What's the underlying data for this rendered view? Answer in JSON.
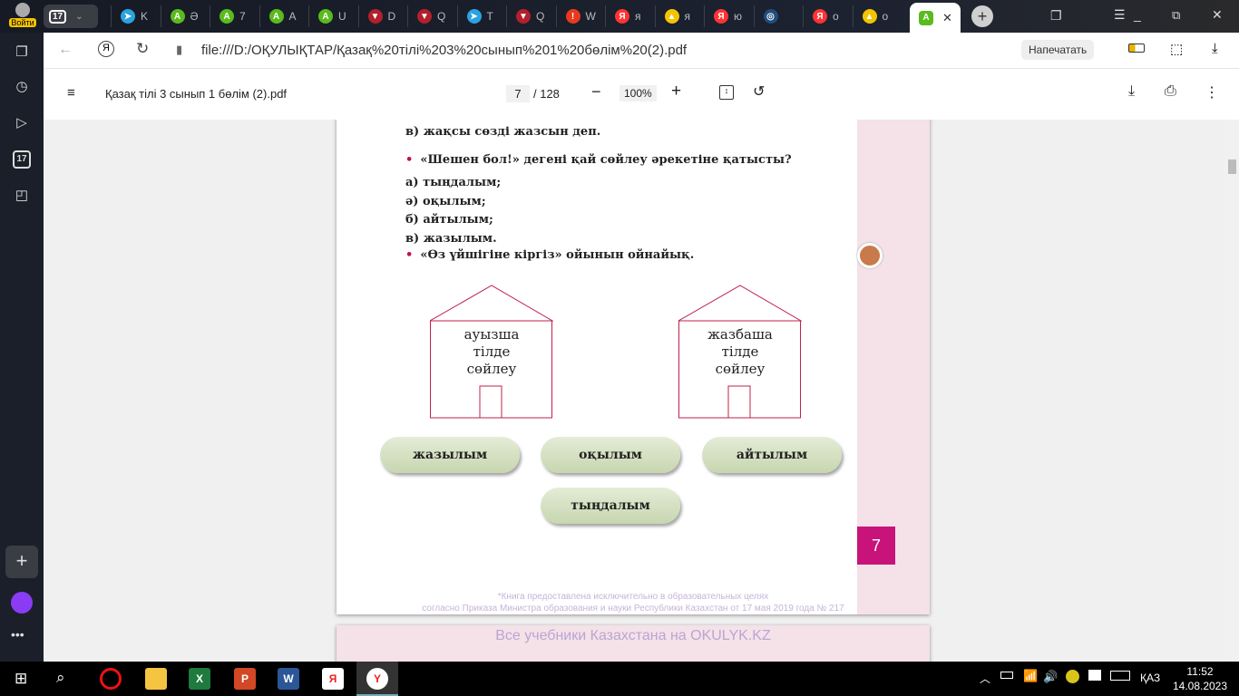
{
  "browser": {
    "login_label": "Войти",
    "tab_group_count": "17",
    "tabs": [
      {
        "title": "K",
        "icon": "telegram-icon"
      },
      {
        "title": "Ә",
        "icon": "a-green-icon"
      },
      {
        "title": "7",
        "icon": "a-green-icon"
      },
      {
        "title": "A",
        "icon": "a-green-icon"
      },
      {
        "title": "U",
        "icon": "a-green-icon"
      },
      {
        "title": "D",
        "icon": "shield-red-icon"
      },
      {
        "title": "Q",
        "icon": "shield-red-icon"
      },
      {
        "title": "T",
        "icon": "telegram-icon"
      },
      {
        "title": "Q",
        "icon": "shield-red-icon"
      },
      {
        "title": "W",
        "icon": "alert-icon"
      },
      {
        "title": "я",
        "icon": "yandex-icon"
      },
      {
        "title": "я",
        "icon": "image-icon"
      },
      {
        "title": "ю",
        "icon": "yandex-icon"
      },
      {
        "title": "",
        "icon": "edu-icon"
      },
      {
        "title": "о",
        "icon": "yandex-icon"
      },
      {
        "title": "о",
        "icon": "image-icon"
      }
    ],
    "url": "file:///D:/ОҚУЛЫҚТАР/Қазақ%20тілі%203%20сынып%201%20бөлім%20(2).pdf",
    "print_label": "Напечатать",
    "side_badge": "17"
  },
  "pdf": {
    "filename": "Қазақ тілі 3 сынып 1 бөлім (2).pdf",
    "page_current": "7",
    "page_total": "/ 128",
    "zoom": "100%"
  },
  "page": {
    "line_top": "в) жақсы сөзді жазсын деп.",
    "question": "«Шешен бол!» дегені қай сөйлеу әрекетіне қатысты?",
    "options": [
      "а) тыңдалым;",
      "ә) оқылым;",
      "б) айтылым;",
      "в) жазылым."
    ],
    "task": "«Өз үйшігіне кіргіз» ойынын ойнайық.",
    "house1": [
      "ауызша",
      "тілде",
      "сөйлеу"
    ],
    "house2": [
      "жазбаша",
      "тілде",
      "сөйлеу"
    ],
    "words": [
      "жазылым",
      "оқылым",
      "айтылым",
      "тыңдалым"
    ],
    "page_number": "7",
    "footnote1": "*Книга предоставлена исключительно в образовательных целях",
    "footnote2": "согласно Приказа Министра образования и науки Республики Казахстан от 17 мая 2019 года № 217",
    "next_page_text": "Все учебники Казахстана на OKULYK.KZ"
  },
  "taskbar": {
    "lang": "ҚАЗ",
    "time": "11:52",
    "date": "14.08.2023"
  }
}
